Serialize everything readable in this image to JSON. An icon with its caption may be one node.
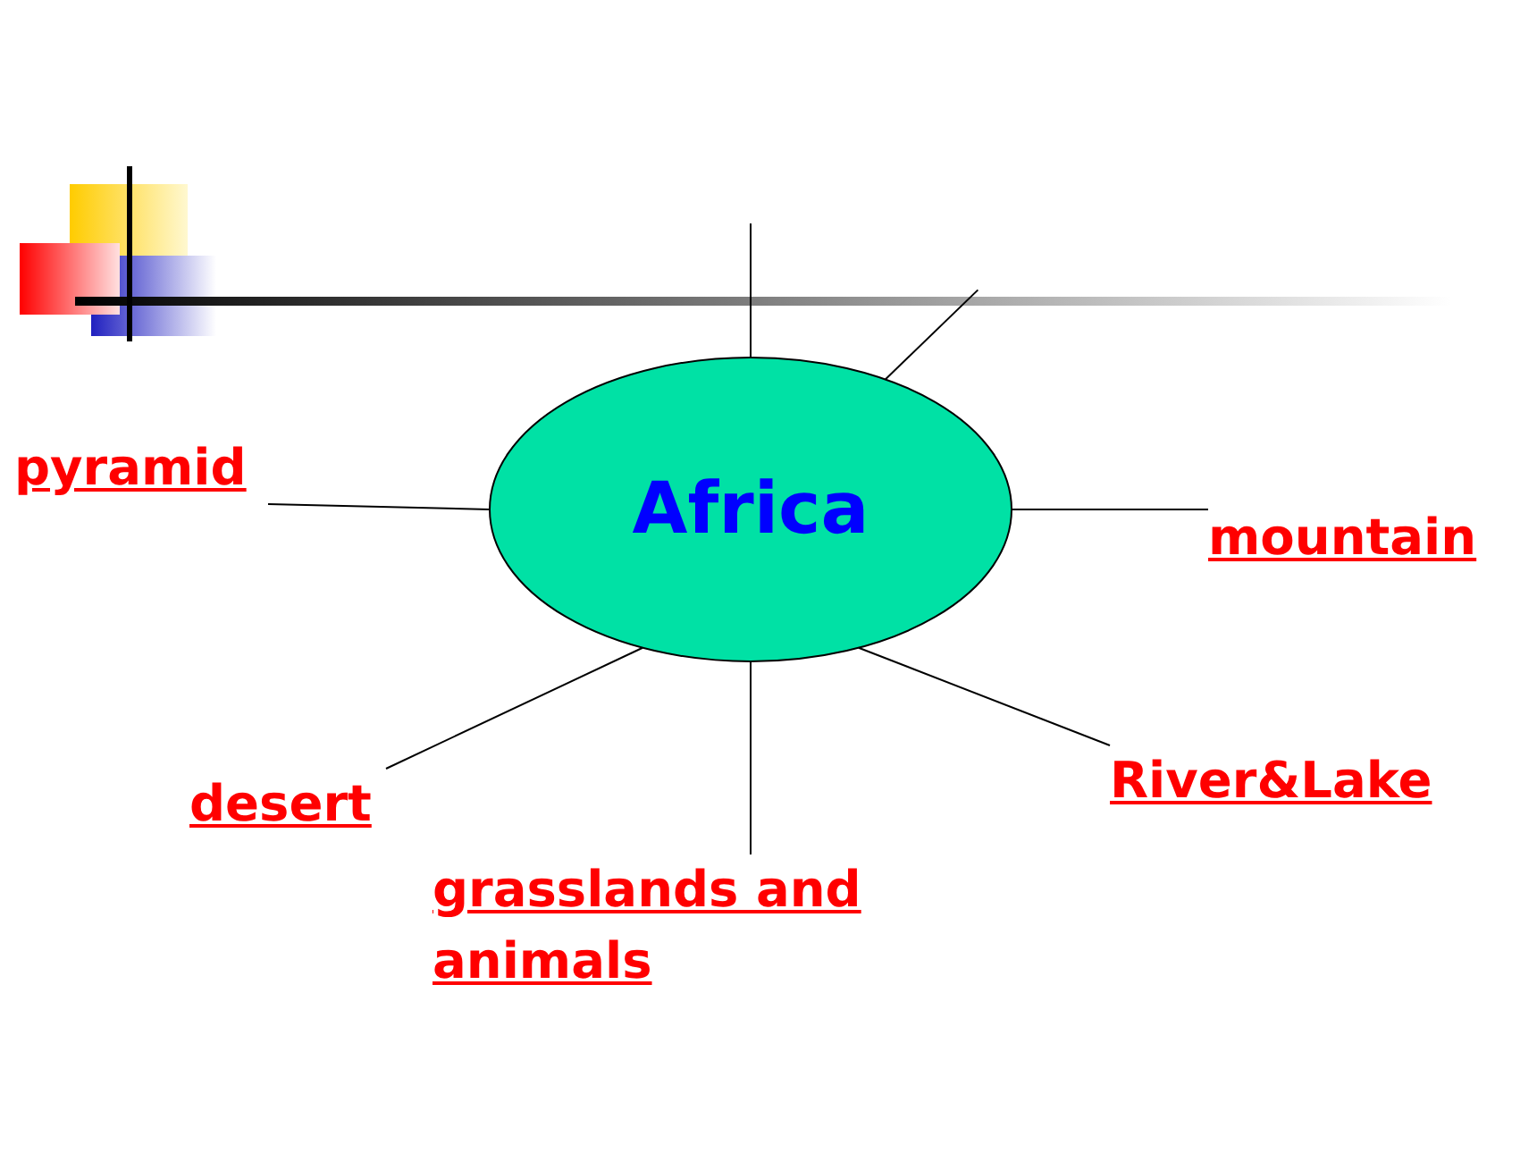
{
  "diagram": {
    "nodes": [
      {
        "text": [
          "Africa"
        ]
      },
      {
        "text": [
          "pyramid"
        ]
      },
      {
        "text": [
          "mountain"
        ]
      },
      {
        "text": [
          "River&Lake"
        ]
      },
      {
        "text": [
          "desert"
        ]
      },
      {
        "text": [
          "grasslands and animals"
        ]
      }
    ],
    "edges": [
      {
        "from": 0,
        "to": null,
        "arrow": "none"
      },
      {
        "from": 0,
        "to": null,
        "arrow": "none"
      },
      {
        "from": 0,
        "to": 1,
        "arrow": "none"
      },
      {
        "from": 0,
        "to": 2,
        "arrow": "none"
      },
      {
        "from": 0,
        "to": 3,
        "arrow": "none"
      },
      {
        "from": 0,
        "to": 5,
        "arrow": "none"
      },
      {
        "from": 0,
        "to": 4,
        "arrow": "none"
      }
    ]
  }
}
